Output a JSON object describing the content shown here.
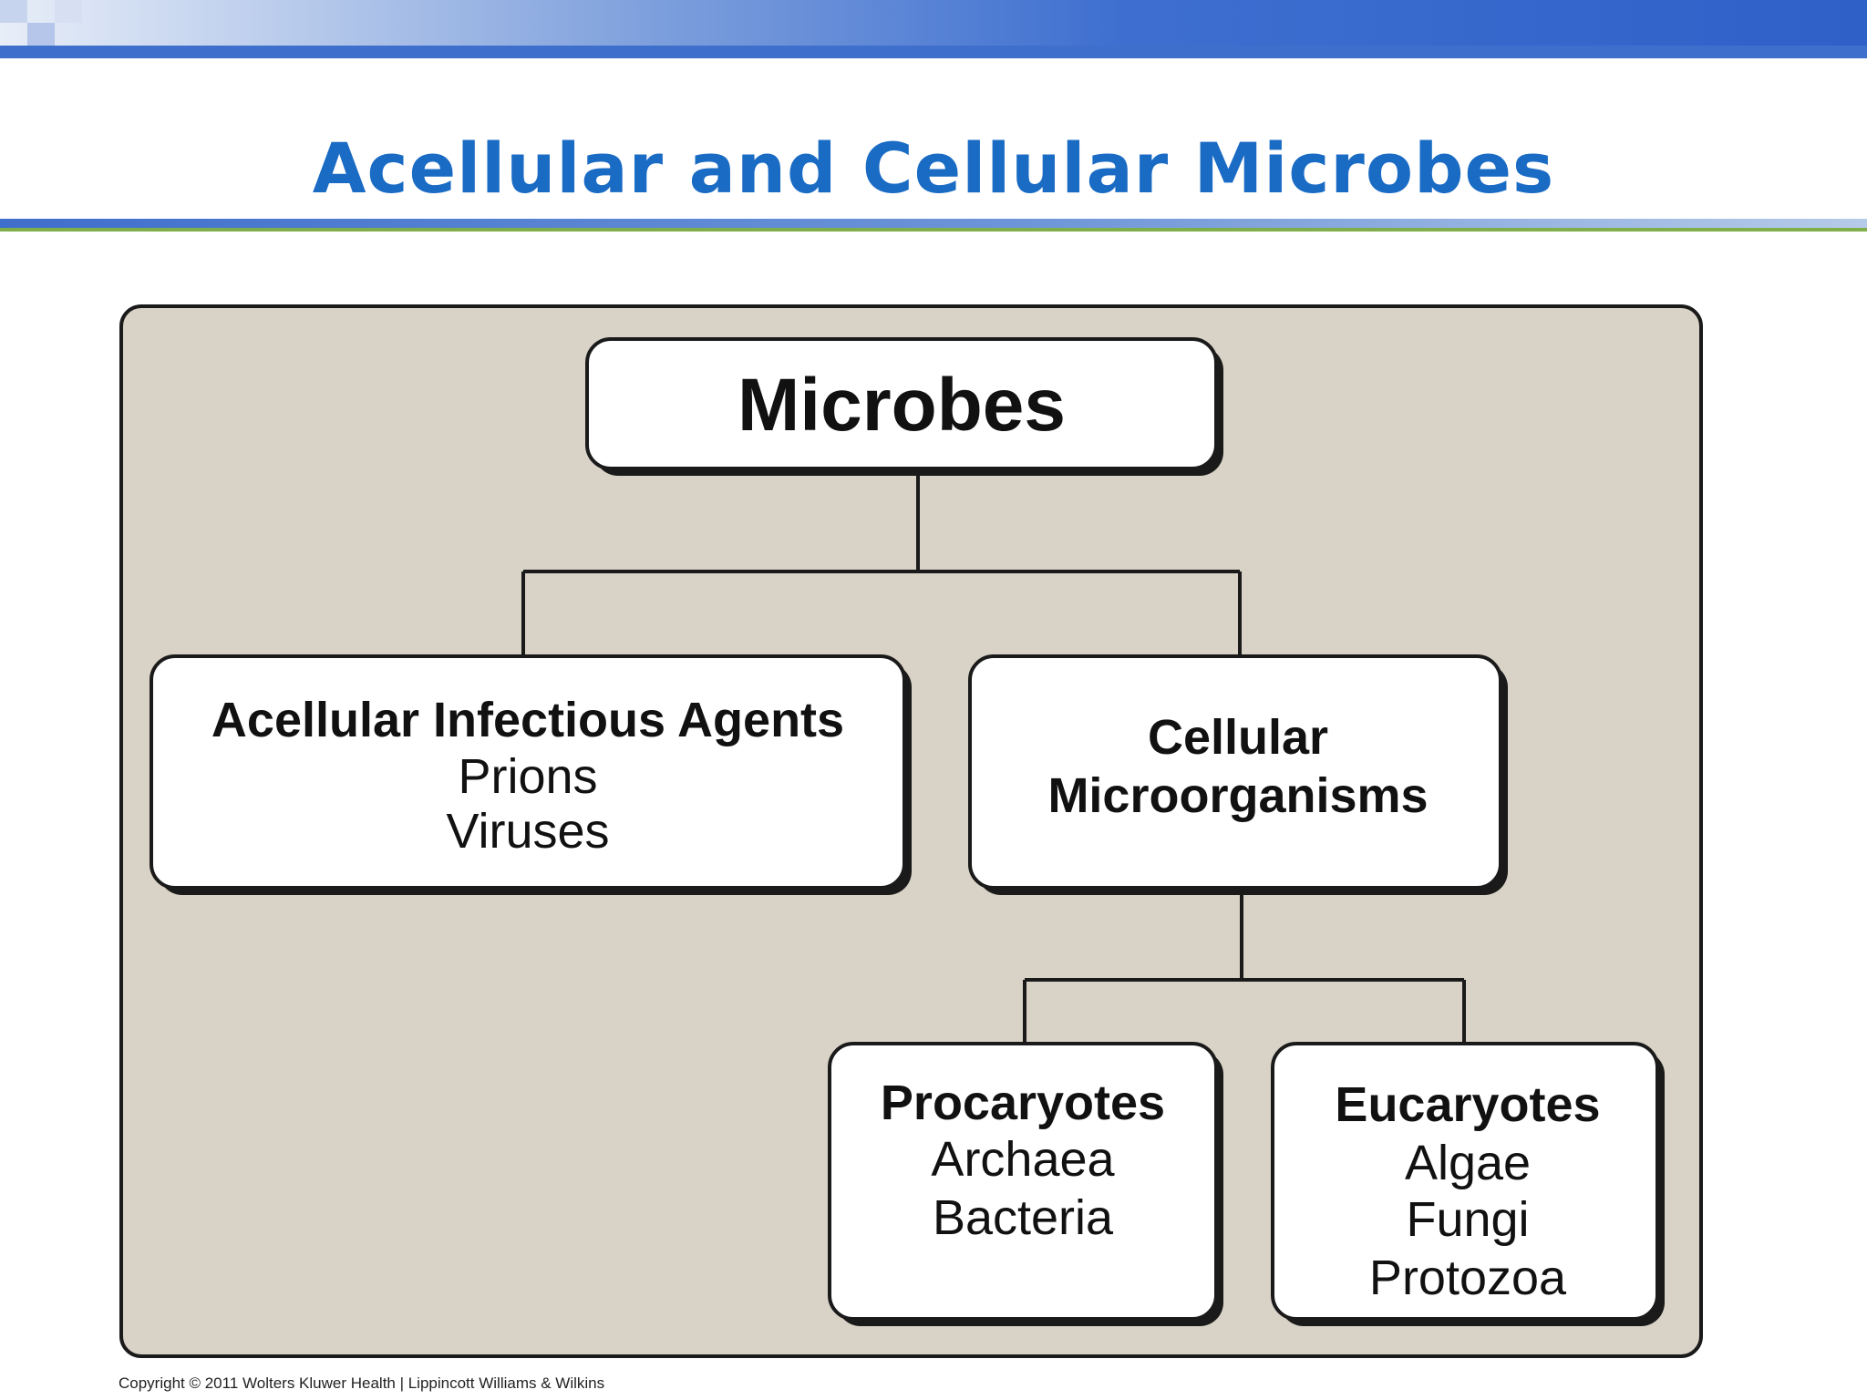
{
  "slide": {
    "title": "Acellular and Cellular Microbes",
    "copyright": "Copyright © 2011 Wolters Kluwer Health | Lippincott Williams & Wilkins",
    "accent_color": "#1a6bc4",
    "panel_color": "#d9d2c6"
  },
  "diagram": {
    "root": {
      "label": "Microbes"
    },
    "acellular": {
      "heading": "Acellular Infectious Agents",
      "items": [
        "Prions",
        "Viruses"
      ]
    },
    "cellular": {
      "heading_line1": "Cellular",
      "heading_line2": "Microorganisms"
    },
    "procaryotes": {
      "heading": "Procaryotes",
      "items": [
        "Archaea",
        "Bacteria"
      ]
    },
    "eucaryotes": {
      "heading": "Eucaryotes",
      "items": [
        "Algae",
        "Fungi",
        "Protozoa"
      ]
    }
  }
}
